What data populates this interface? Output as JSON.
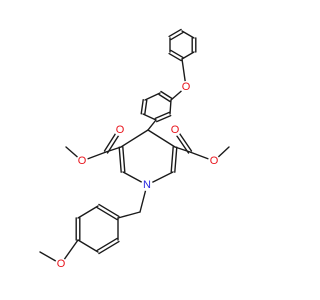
{
  "atom_labels": {
    "o_ether": "O",
    "o_ester_left_carbonyl": "O",
    "o_ester_left_single": "O",
    "o_ester_right_carbonyl": "O",
    "o_ester_right_single": "O",
    "n_ring": "N",
    "o_methoxy": "O"
  },
  "colors": {
    "bond": "#1a1a1a",
    "oxygen": "#e8141c",
    "nitrogen": "#2a2ae0"
  }
}
